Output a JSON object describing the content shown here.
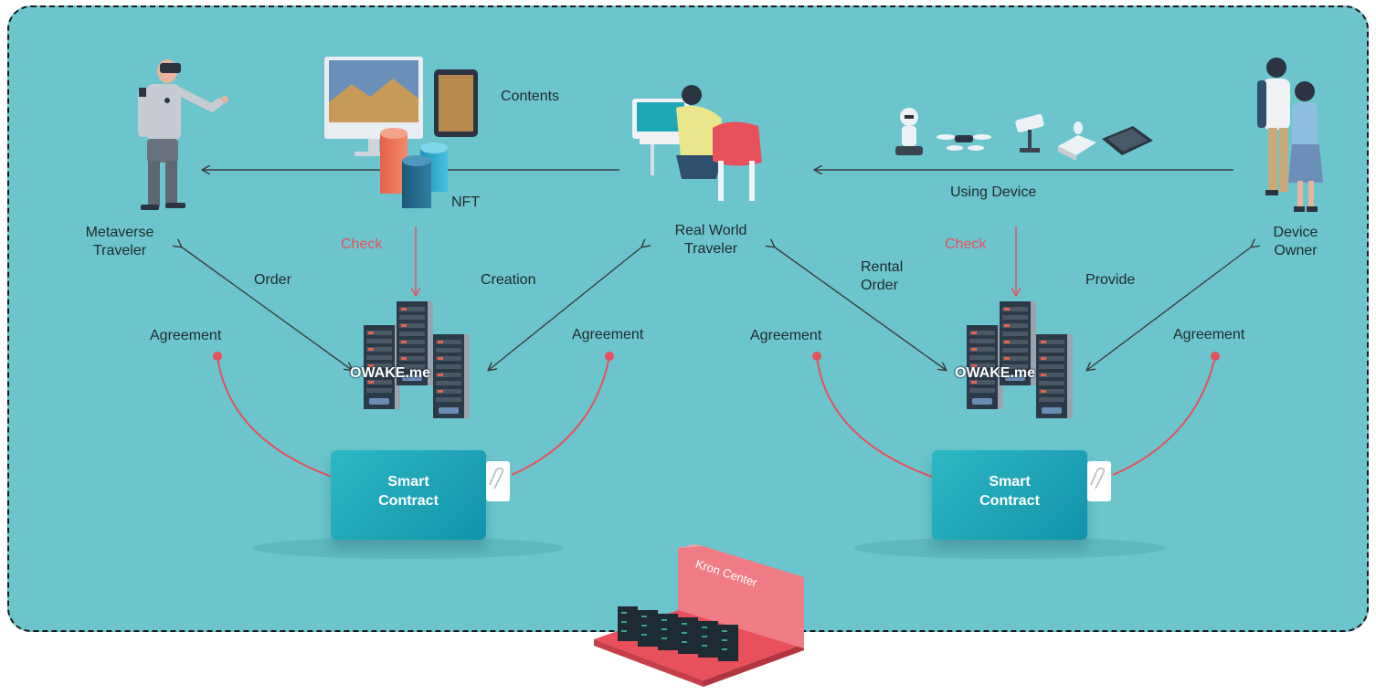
{
  "colors": {
    "background": "#6cc5cd",
    "arrow": "#3a3f40",
    "agreement_line": "#e8505b",
    "check_text": "#e8505b",
    "contract": "#17a6b8"
  },
  "nodes": {
    "metaverse_traveler": "Metaverse\nTraveler",
    "real_world_traveler": "Real World\nTraveler",
    "device_owner": "Device\nOwner"
  },
  "labels": {
    "contents": "Contents",
    "nft": "NFT",
    "using_device": "Using Device",
    "check_left": "Check",
    "check_right": "Check",
    "order": "Order",
    "creation": "Creation",
    "rental_order": "Rental\nOrder",
    "provide": "Provide",
    "agreement_1": "Agreement",
    "agreement_2": "Agreement",
    "agreement_3": "Agreement",
    "agreement_4": "Agreement"
  },
  "servers": {
    "left": "OWAKE.me",
    "right": "OWAKE.me"
  },
  "contracts": {
    "left": "Smart\nContract",
    "right": "Smart\nContract"
  },
  "kron_center": "Kron Center",
  "icons": [
    "vr-person-icon",
    "monitor-icon",
    "tablet-icon",
    "nft-coins-icon",
    "desk-worker-icon",
    "robot-icon",
    "drone-icon",
    "cctv-camera-icon",
    "projector-icon",
    "tablet-device-icon",
    "couple-icon",
    "server-rack-icon",
    "paperclip-icon",
    "data-center-icon"
  ]
}
